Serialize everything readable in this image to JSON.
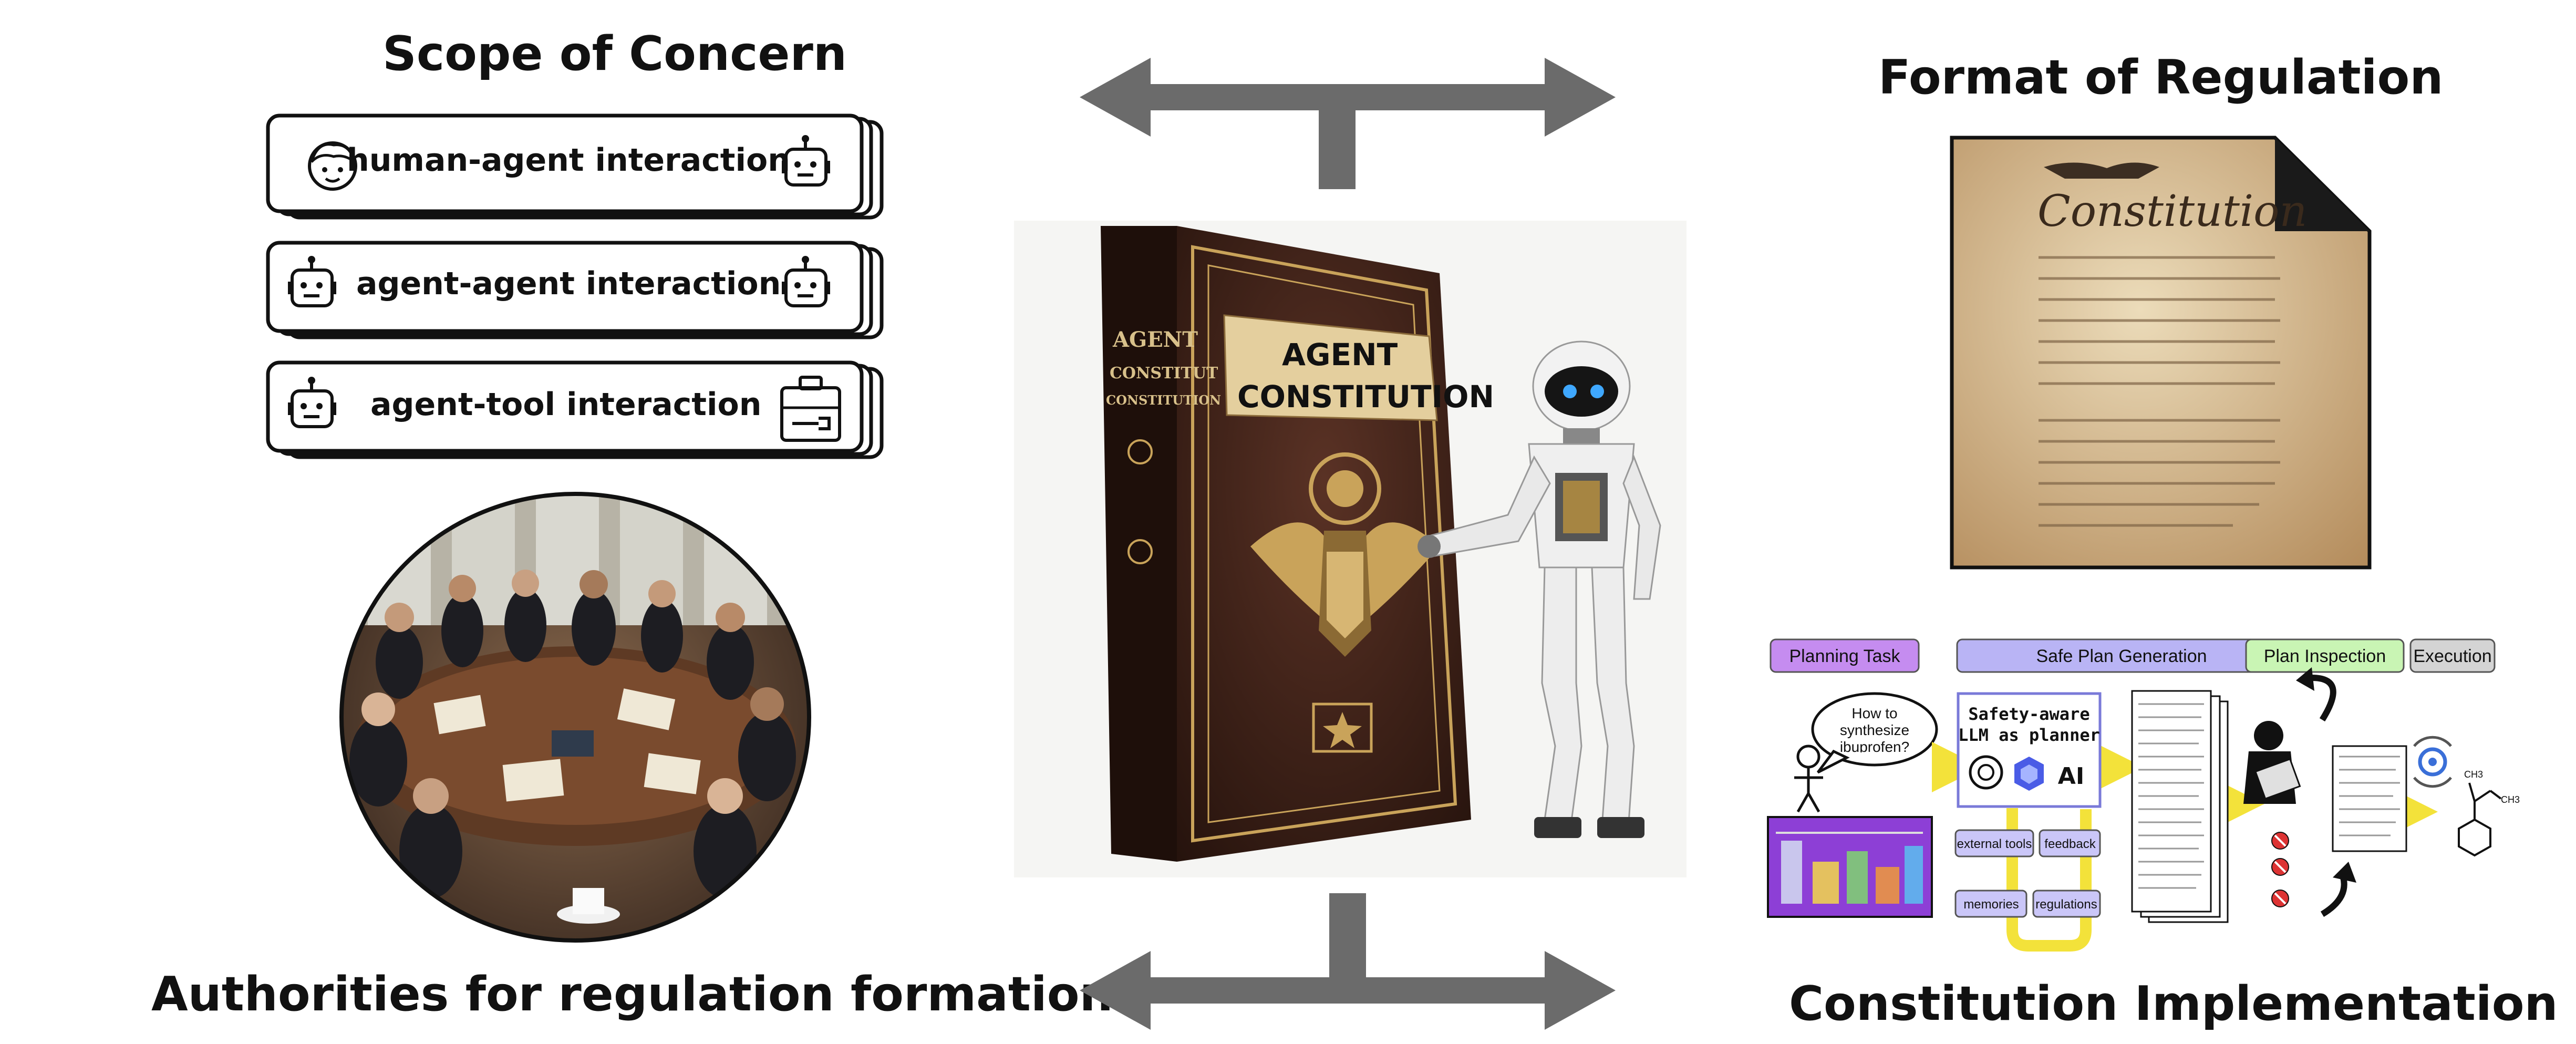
{
  "headings": {
    "scope": "Scope of Concern",
    "format": "Format of Regulation",
    "authorities": "Authorities for regulation formation",
    "implementation": "Constitution Implementation"
  },
  "scope_items": [
    {
      "label": "human-agent interaction",
      "left_icon": "human-face-icon",
      "right_icon": "robot-icon"
    },
    {
      "label": "agent-agent interaction",
      "left_icon": "robot-icon",
      "right_icon": "robot-icon"
    },
    {
      "label": "agent-tool interaction",
      "left_icon": "robot-icon",
      "right_icon": "toolbox-icon"
    }
  ],
  "book": {
    "cover_line1": "AGENT",
    "cover_line2": "CONSTITUTION",
    "spine_line1": "AGENT",
    "spine_line2": "CONSTITUT",
    "spine_line3": "CONSTITUTION"
  },
  "parchment": {
    "title": "Constitution"
  },
  "implementation": {
    "stages": [
      "Planning Task",
      "Safe Plan Generation",
      "Plan Inspection",
      "Execution"
    ],
    "question": "How to synthesize ibuprofen?",
    "planner_line1": "Safety-aware",
    "planner_line2": "LLM as planner",
    "planner_logo_text": "AI",
    "modules": [
      "external tools",
      "feedback",
      "memories",
      "regulations"
    ],
    "molecule_labels": [
      "CH3",
      "CH3"
    ]
  },
  "colors": {
    "arrow": "#6b6b6b",
    "planning": "#c58cf0",
    "safe_plan": "#b9b4f5",
    "inspection": "#c9f5b4",
    "execution": "#d4d4d4",
    "flow_arrow": "#f3e23a",
    "book_leather": "#3a1f17",
    "gold": "#c9a35a",
    "parchment": "#d9c29a"
  }
}
